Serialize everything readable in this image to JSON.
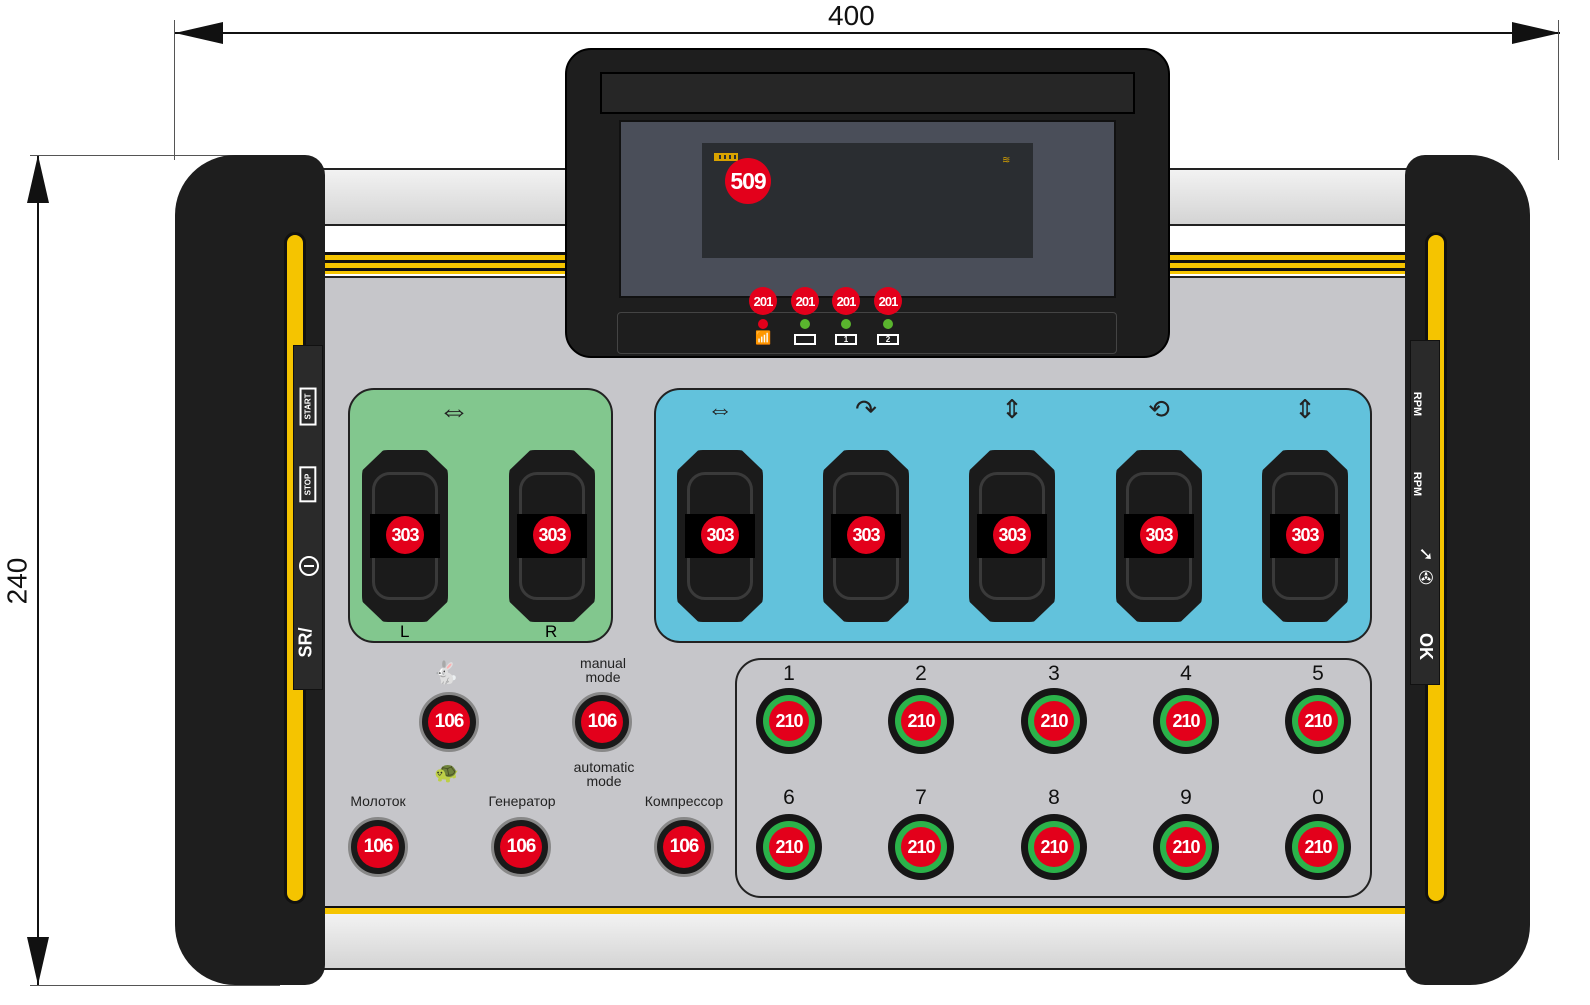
{
  "dimensions": {
    "width": "400",
    "height": "240"
  },
  "display": {
    "callout": "509",
    "led_callouts": [
      "201",
      "201",
      "201",
      "201"
    ],
    "leds": [
      {
        "icon": "wifi-icon",
        "color": "#e3001b"
      },
      {
        "icon": "battery-icon",
        "color": "#5ab52e"
      },
      {
        "icon": "battery-1-icon",
        "color": "#5ab52e"
      },
      {
        "icon": "battery-2-icon",
        "color": "#5ab52e"
      }
    ],
    "battery_labels": [
      "",
      "1",
      "2"
    ]
  },
  "left_side": {
    "start": "START",
    "stop": "STOP",
    "sr": "SR/"
  },
  "right_side": {
    "rpm_up": "RPM",
    "rpm_down": "RPM",
    "ok": "OK"
  },
  "joysticks": {
    "callout": "303",
    "left_label": "L",
    "right_label": "R"
  },
  "function_buttons": {
    "callout": "106",
    "manual": "manual\nmode",
    "automatic": "automatic\nmode",
    "hammer": "Молоток",
    "generator": "Генератор",
    "compressor": "Компрессор"
  },
  "keypad": {
    "callout": "210",
    "keys": [
      "1",
      "2",
      "3",
      "4",
      "5",
      "6",
      "7",
      "8",
      "9",
      "0"
    ]
  },
  "colors": {
    "green_panel": "#82c78e",
    "blue_panel": "#62c2dc",
    "callout": "#e3001b"
  }
}
